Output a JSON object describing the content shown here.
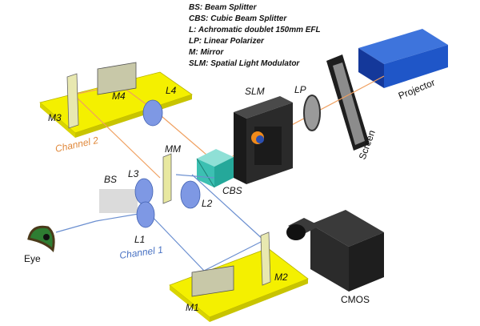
{
  "legend": [
    "BS: Beam Splitter",
    "CBS: Cubic Beam Splitter",
    "L: Achromatic doublet 150mm EFL",
    "LP: Linear Polarizer",
    "M: Mirror",
    "SLM: Spatial Light Modulator"
  ],
  "labels": {
    "projector": "Projector",
    "screen": "Screen",
    "lp": "LP",
    "slm": "SLM",
    "cbs": "CBS",
    "mm": "MM",
    "bs": "BS",
    "l1": "L1",
    "l2": "L2",
    "l3": "L3",
    "l4": "L4",
    "m1": "M1",
    "m2": "M2",
    "m3": "M3",
    "m4": "M4",
    "cmos": "CMOS",
    "eye": "Eye",
    "channel1": "Channel 1",
    "channel2": "Channel 2"
  },
  "colors": {
    "table": "#f4f000",
    "channel1_beam": "#6b8fd0",
    "channel2_beam": "#f0a060",
    "projector": "#1f56c8",
    "lens": "#7e98e4",
    "cbs": "#3cc0b2",
    "device": "#2a2a2a"
  }
}
